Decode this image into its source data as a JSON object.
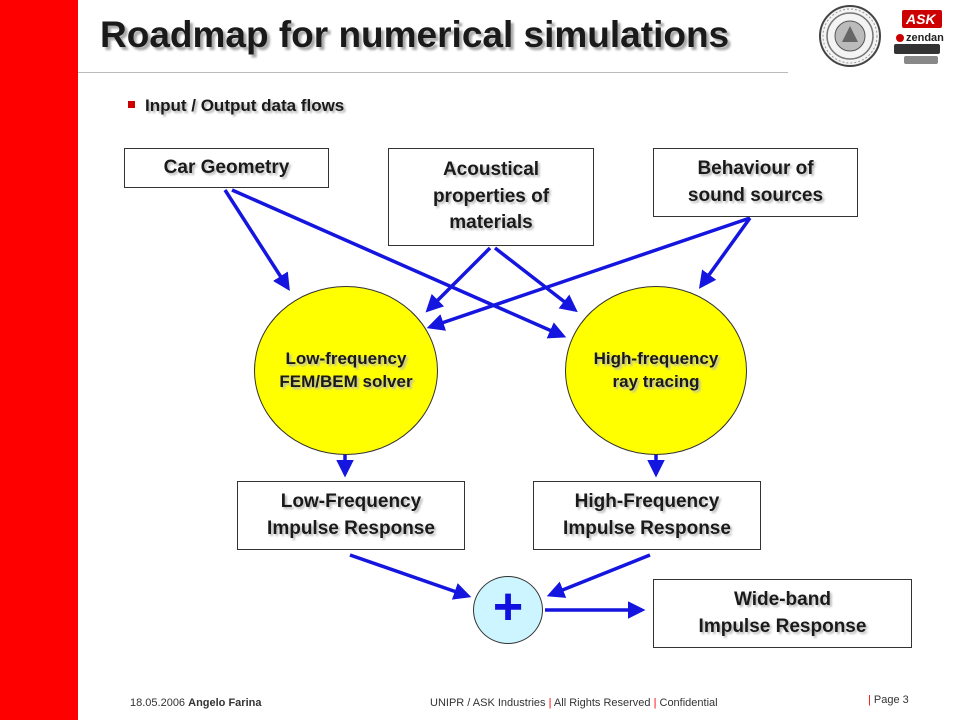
{
  "slide": {
    "title": "Roadmap for numerical simulations",
    "bullet": "Input / Output data flows"
  },
  "logos": {
    "seal": "university-seal",
    "brand_top": "ASK",
    "brand_bottom": "zendan"
  },
  "inputs": {
    "car_geometry": "Car Geometry",
    "acoustical": "Acoustical\nproperties of\nmaterials",
    "behaviour": "Behaviour of\nsound sources"
  },
  "solvers": {
    "low": "Low-frequency\nFEM/BEM solver",
    "high": "High-frequency\nray tracing"
  },
  "outputs": {
    "low": "Low-Frequency\nImpulse Response",
    "high": "High-Frequency\nImpulse Response",
    "sum_symbol": "+",
    "wideband": "Wide-band\nImpulse Response"
  },
  "footer": {
    "date": "18.05.2006",
    "author": "Angelo Farina",
    "org": "UNIPR / ASK Industries",
    "rights": "All Rights Reserved",
    "conf": "Confidential",
    "page": "Page 3",
    "separator": "|"
  },
  "colors": {
    "accent_red": "#ff0000",
    "arrow_blue": "#1515e0",
    "node_yellow": "#ffff00",
    "sum_fill": "#ccf5ff"
  }
}
